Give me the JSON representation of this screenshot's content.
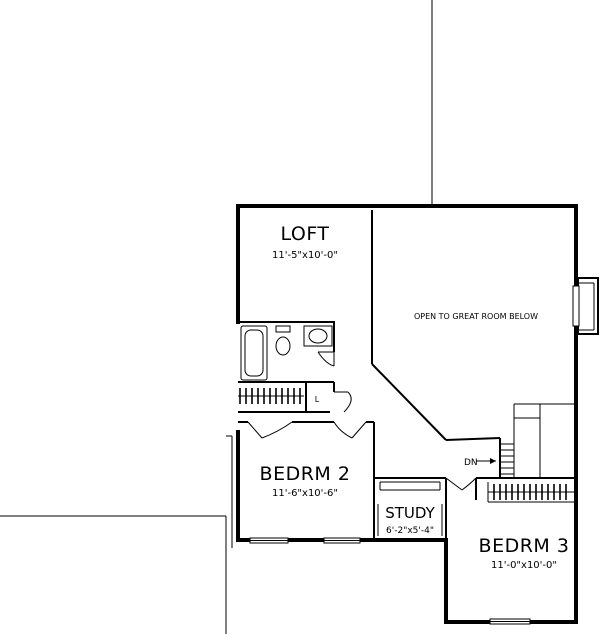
{
  "rooms": {
    "loft": {
      "name": "LOFT",
      "dims": "11'-5\"x10'-0\""
    },
    "bedroom2": {
      "name": "BEDRM 2",
      "dims": "11'-6\"x10'-6\""
    },
    "study": {
      "name": "STUDY",
      "dims": "6'-2\"x5'-4\""
    },
    "bedroom3": {
      "name": "BEDRM 3",
      "dims": "11'-0\"x10'-0\""
    }
  },
  "labels": {
    "open_area": "OPEN TO GREAT ROOM BELOW",
    "stair_down": "DN",
    "linen": "L"
  }
}
